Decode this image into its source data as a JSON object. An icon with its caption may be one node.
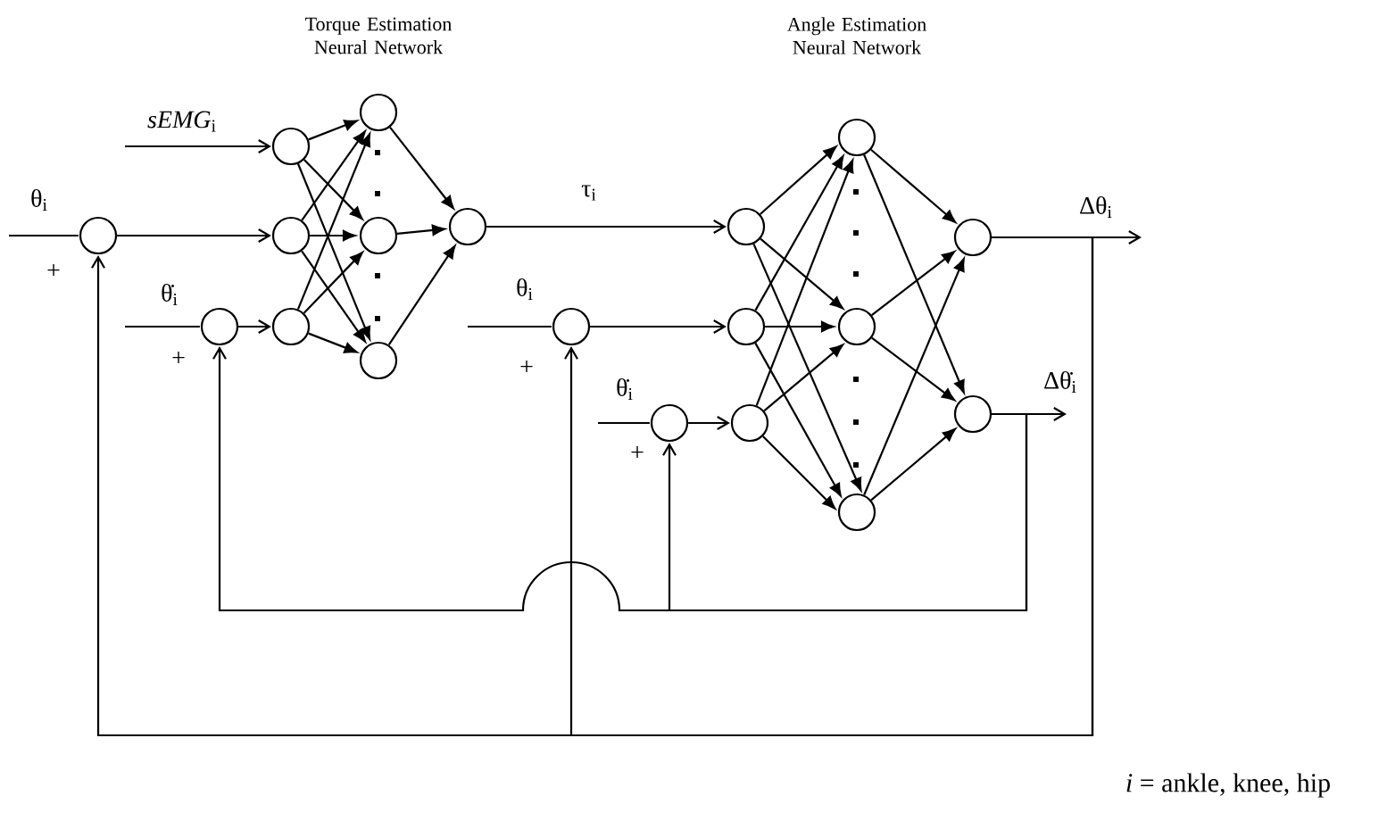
{
  "diagram": {
    "nodes": [
      {
        "text": [],
        "shape": "circle"
      },
      {
        "text": [],
        "shape": "circle"
      },
      {
        "text": [],
        "shape": "circle"
      },
      {
        "text": [],
        "shape": "circle"
      },
      {
        "text": [],
        "shape": "circle"
      },
      {
        "text": [],
        "shape": "circle"
      },
      {
        "text": [],
        "shape": "circle"
      },
      {
        "text": [],
        "shape": "circle"
      },
      {
        "text": [],
        "shape": "circle"
      },
      {
        "text": [],
        "shape": "circle"
      },
      {
        "text": [],
        "shape": "circle"
      },
      {
        "text": [],
        "shape": "circle"
      },
      {
        "text": [],
        "shape": "circle"
      },
      {
        "text": [],
        "shape": "circle"
      },
      {
        "text": [],
        "shape": "circle"
      },
      {
        "text": [],
        "shape": "circle"
      },
      {
        "text": [],
        "shape": "circle"
      },
      {
        "text": [],
        "shape": "circle"
      },
      {
        "text": [],
        "shape": "circle"
      }
    ],
    "edges": [
      {
        "from": null,
        "to": 0,
        "arrow": "none",
        "label": "θ$_{i}$"
      },
      {
        "from": null,
        "to": 1,
        "arrow": "none",
        "label": "θ̇$_{i}$"
      },
      {
        "from": null,
        "to": 2,
        "arrow": "to",
        "label": "*sEMG*$_{i}$"
      },
      {
        "from": 0,
        "to": 3,
        "arrow": "to"
      },
      {
        "from": 1,
        "to": 4,
        "arrow": "to"
      },
      {
        "from": 2,
        "to": 5,
        "arrow": "to"
      },
      {
        "from": 2,
        "to": 6,
        "arrow": "to"
      },
      {
        "from": 2,
        "to": 7,
        "arrow": "to"
      },
      {
        "from": 3,
        "to": 5,
        "arrow": "to"
      },
      {
        "from": 3,
        "to": 6,
        "arrow": "to"
      },
      {
        "from": 3,
        "to": 7,
        "arrow": "to"
      },
      {
        "from": 4,
        "to": 5,
        "arrow": "to"
      },
      {
        "from": 4,
        "to": 6,
        "arrow": "to"
      },
      {
        "from": 4,
        "to": 7,
        "arrow": "to"
      },
      {
        "from": 5,
        "to": 8,
        "arrow": "to"
      },
      {
        "from": 6,
        "to": 8,
        "arrow": "to"
      },
      {
        "from": 7,
        "to": 8,
        "arrow": "to"
      },
      {
        "from": 8,
        "to": 11,
        "arrow": "to",
        "label": "τ$_{i}$"
      },
      {
        "from": null,
        "to": 9,
        "arrow": "none",
        "label": "θ$_{i}$"
      },
      {
        "from": 9,
        "to": 12,
        "arrow": "to"
      },
      {
        "from": null,
        "to": 10,
        "arrow": "none",
        "label": "θ̇$_{i}$"
      },
      {
        "from": 10,
        "to": 13,
        "arrow": "to"
      },
      {
        "from": 11,
        "to": 14,
        "arrow": "to"
      },
      {
        "from": 11,
        "to": 15,
        "arrow": "to"
      },
      {
        "from": 11,
        "to": 16,
        "arrow": "to"
      },
      {
        "from": 12,
        "to": 14,
        "arrow": "to"
      },
      {
        "from": 12,
        "to": 15,
        "arrow": "to"
      },
      {
        "from": 12,
        "to": 16,
        "arrow": "to"
      },
      {
        "from": 13,
        "to": 14,
        "arrow": "to"
      },
      {
        "from": 13,
        "to": 15,
        "arrow": "to"
      },
      {
        "from": 13,
        "to": 16,
        "arrow": "to"
      },
      {
        "from": 14,
        "to": 17,
        "arrow": "to"
      },
      {
        "from": 14,
        "to": 18,
        "arrow": "to"
      },
      {
        "from": 15,
        "to": 17,
        "arrow": "to"
      },
      {
        "from": 15,
        "to": 18,
        "arrow": "to"
      },
      {
        "from": 16,
        "to": 17,
        "arrow": "to"
      },
      {
        "from": 16,
        "to": 18,
        "arrow": "to"
      },
      {
        "from": 17,
        "to": null,
        "arrow": "to",
        "label": "Δθ$_{i}$"
      },
      {
        "from": 18,
        "to": null,
        "arrow": "to",
        "label": "Δθ̇$_{i}$"
      },
      {
        "from": 17,
        "to": 0,
        "arrow": "to"
      },
      {
        "from": 17,
        "to": 9,
        "arrow": "to"
      },
      {
        "from": 18,
        "to": 1,
        "arrow": "to"
      },
      {
        "from": 18,
        "to": 10,
        "arrow": "to"
      }
    ],
    "labels": [
      "Torque Estimation Neural Network",
      "Angle Estimation Neural Network",
      "+",
      "+",
      "+",
      "+",
      "*i* = ankle, knee, hip"
    ]
  }
}
